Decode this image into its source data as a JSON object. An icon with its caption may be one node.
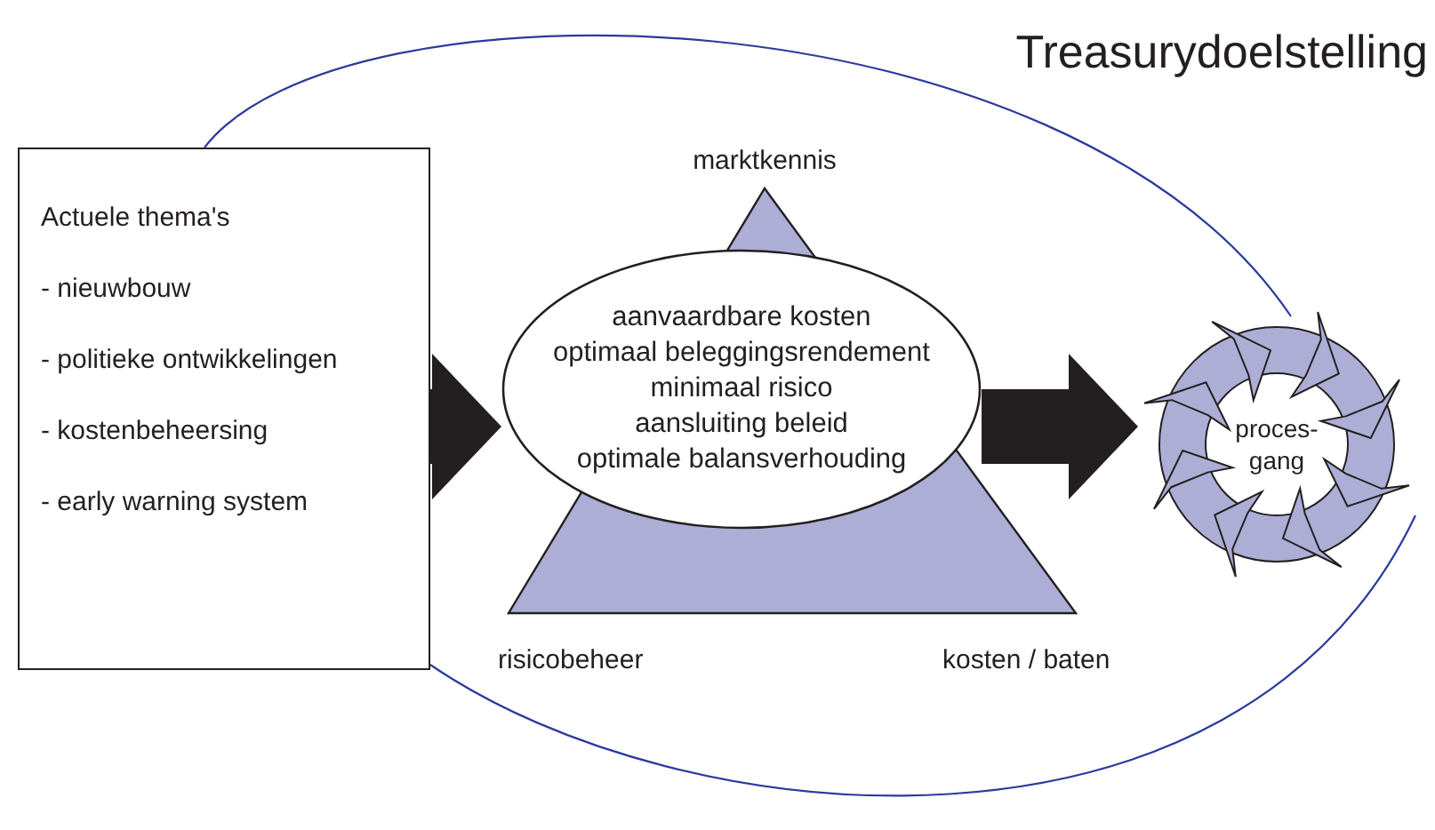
{
  "diagram": {
    "title": "Treasurydoelstelling",
    "nodes": [
      {
        "text": [
          "Actuele thema's",
          "- nieuwbouw",
          "- politieke ontwikkelingen",
          "- kostenbeheersing",
          "- early warning system"
        ]
      },
      {
        "text": [
          "aanvaardbare kosten",
          "optimaal beleggingsrendement",
          "minimaal risico",
          "aansluiting beleid",
          "optimale balansverhouding"
        ]
      },
      {
        "text": [
          "proces- gang"
        ]
      }
    ],
    "edges": [
      {
        "from": 0,
        "to": 1,
        "arrow": "to",
        "style": "thick"
      },
      {
        "from": 1,
        "to": 2,
        "arrow": "to",
        "style": "thick"
      },
      {
        "from": 0,
        "to": 2,
        "arrow": "none",
        "color": "#2b3a9c"
      },
      {
        "from": 0,
        "to": 2,
        "arrow": "none",
        "color": "#2b3a9c"
      }
    ],
    "labels": [
      "marktkennis",
      "risicobeheer",
      "kosten / baten"
    ]
  }
}
